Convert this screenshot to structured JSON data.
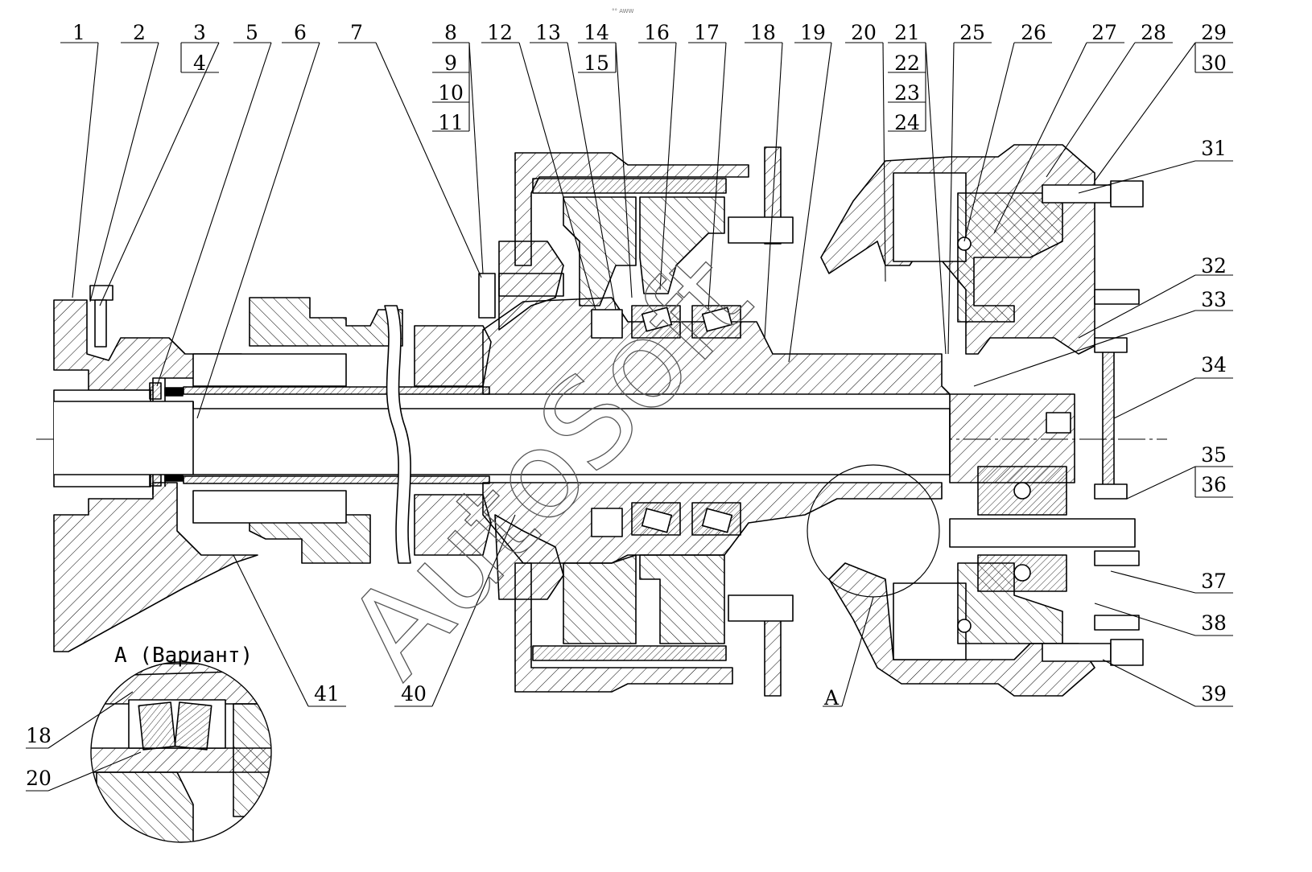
{
  "drawing": {
    "watermark_small": "°° AWW",
    "watermark_big": "AutoSoft",
    "section_caption": "A (Вариант)",
    "section_marker": "A",
    "colors": {
      "line": "#000000",
      "background": "#ffffff",
      "hatch": "#000000"
    }
  },
  "callouts": [
    {
      "n": "1"
    },
    {
      "n": "2"
    },
    {
      "n": "3"
    },
    {
      "n": "4"
    },
    {
      "n": "5"
    },
    {
      "n": "6"
    },
    {
      "n": "7"
    },
    {
      "n": "8"
    },
    {
      "n": "9"
    },
    {
      "n": "10"
    },
    {
      "n": "11"
    },
    {
      "n": "12"
    },
    {
      "n": "13"
    },
    {
      "n": "14"
    },
    {
      "n": "15"
    },
    {
      "n": "16"
    },
    {
      "n": "17"
    },
    {
      "n": "18"
    },
    {
      "n": "19"
    },
    {
      "n": "20"
    },
    {
      "n": "21"
    },
    {
      "n": "22"
    },
    {
      "n": "23"
    },
    {
      "n": "24"
    },
    {
      "n": "25"
    },
    {
      "n": "26"
    },
    {
      "n": "27"
    },
    {
      "n": "28"
    },
    {
      "n": "29"
    },
    {
      "n": "30"
    },
    {
      "n": "31"
    },
    {
      "n": "32"
    },
    {
      "n": "33"
    },
    {
      "n": "34"
    },
    {
      "n": "35"
    },
    {
      "n": "36"
    },
    {
      "n": "37"
    },
    {
      "n": "38"
    },
    {
      "n": "39"
    },
    {
      "n": "40"
    },
    {
      "n": "41"
    },
    {
      "n": "18"
    },
    {
      "n": "20"
    }
  ]
}
